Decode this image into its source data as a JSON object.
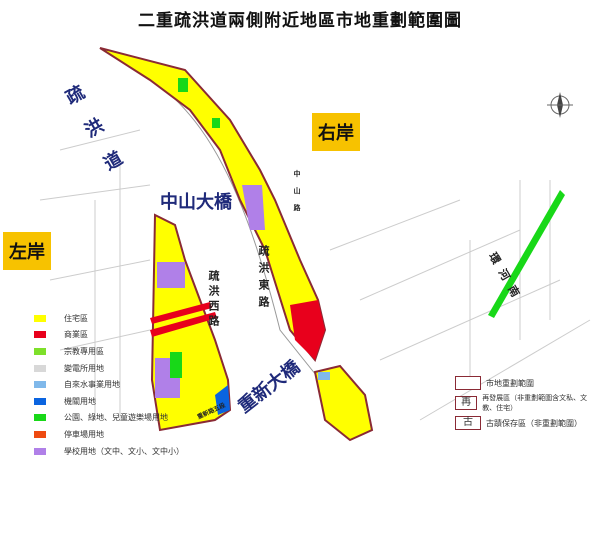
{
  "title": "二重疏洪道兩側附近地區市地重劃範圍圖",
  "banks": {
    "right": "右岸",
    "left": "左岸"
  },
  "labels": {
    "floodway": "疏洪道",
    "zhongshan_bridge": "中山大橋",
    "chongxin_bridge": "重新大橋"
  },
  "roads": {
    "west": "疏洪西路",
    "east": "疏洪東路",
    "zhongshan": "中山路",
    "huanhe": "環河南",
    "chongxin": "重新路五段"
  },
  "legend_left": [
    {
      "label": "住宅區",
      "color": "#ffff00"
    },
    {
      "label": "商業區",
      "color": "#e8001c"
    },
    {
      "label": "宗教專用區",
      "color": "#7ee02a"
    },
    {
      "label": "變電所用地",
      "color": "#d8d8d8"
    },
    {
      "label": "自來水事業用地",
      "color": "#7fb8ea"
    },
    {
      "label": "機關用地",
      "color": "#0a64e0"
    },
    {
      "label": "公園、綠地、兒童遊樂場用地",
      "color": "#18d818"
    },
    {
      "label": "停車場用地",
      "color": "#ee4a10"
    },
    {
      "label": "學校用地（文中、文小、文中小）",
      "color": "#b080e8"
    }
  ],
  "legend_right": [
    {
      "symbol": "",
      "label": "市地重劃範圍"
    },
    {
      "symbol": "再",
      "label": "再發展區（非重劃範圍含文私、文教、住宅）"
    },
    {
      "symbol": "古",
      "label": "古蹟保存區（非重劃範圍）"
    }
  ],
  "icons": {
    "north": "north-arrow-icon"
  }
}
